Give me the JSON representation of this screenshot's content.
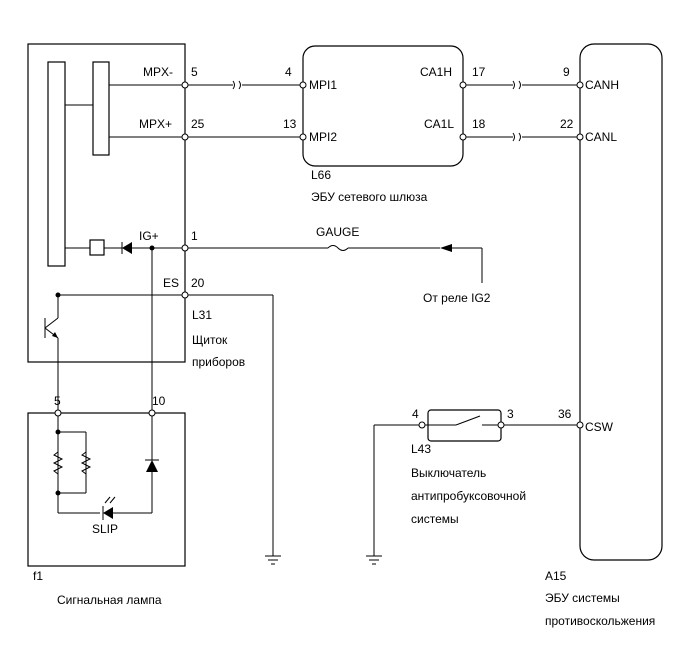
{
  "units": {
    "L31": {
      "id": "L31",
      "name_line1": "Щиток",
      "name_line2": "приборов",
      "pins": {
        "mpx_minus": {
          "num": "5",
          "label": "MPX-"
        },
        "mpx_plus": {
          "num": "25",
          "label": "MPX+"
        },
        "ig_plus": {
          "num": "1",
          "label": "IG+"
        },
        "es": {
          "num": "20",
          "label": "ES"
        }
      }
    },
    "L66": {
      "id": "L66",
      "name": "ЭБУ сетевого шлюза",
      "pins": {
        "mpi1": {
          "num": "4",
          "label": "MPI1"
        },
        "mpi2": {
          "num": "13",
          "label": "MPI2"
        },
        "ca1h": {
          "num": "17",
          "label": "CA1H"
        },
        "ca1l": {
          "num": "18",
          "label": "CA1L"
        }
      }
    },
    "A15": {
      "id": "A15",
      "name_line1": "ЭБУ системы",
      "name_line2": "противоскольжения",
      "pins": {
        "canh": {
          "num": "9",
          "label": "CANH"
        },
        "canl": {
          "num": "22",
          "label": "CANL"
        },
        "csw": {
          "num": "36",
          "label": "CSW"
        }
      }
    },
    "f1": {
      "id": "f1",
      "name": "Сигнальная лампа",
      "pin_a": "5",
      "pin_b": "10",
      "led_label": "SLIP"
    },
    "L43": {
      "id": "L43",
      "name_line1": "Выключатель",
      "name_line2": "антипробуксовочной",
      "name_line3": "системы",
      "pin_a": "4",
      "pin_b": "3"
    }
  },
  "fuse": "GAUGE",
  "relay_source": "От реле IG2"
}
